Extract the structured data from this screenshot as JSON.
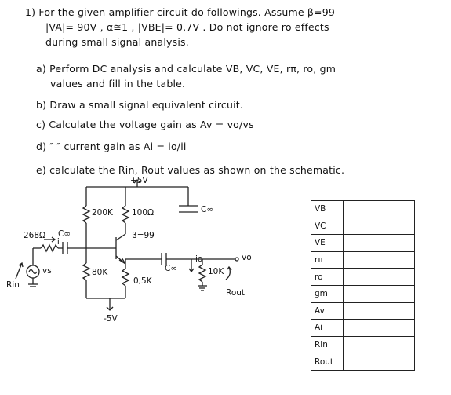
{
  "problem": {
    "line1": "1)  For the given amplifier circuit do followings. Assume β=99",
    "line2": "|VA|= 90V ,  α≅1 ,   |VBE|= 0,7V .   Do not ignore ro effects",
    "line3": "during small signal analysis.",
    "a1": "a)  Perform DC analysis and calculate  VB, VC, VE, rπ, ro, gm",
    "a2": "values and fill in the table.",
    "b": "b)  Draw a small signal equivalent circuit.",
    "c": "c)  Calculate the voltage gain as      Av = vo/vs",
    "d": "d)     ″            ″     current gain as     Ai = io/ii",
    "e": "e)  calculate the Rin, Rout values as shown on the schematic."
  },
  "circuit": {
    "vplus": "+5V",
    "r200k": "200K",
    "r100": "100Ω",
    "cinf_top": "C∞",
    "r268": "268Ω",
    "cinf_in": "C∞",
    "ii": "ii",
    "vs": "vs",
    "beta": "β=99",
    "r80k": "80K",
    "cinf_out": "C∞",
    "io": "io",
    "r10k": "10K",
    "vo": "vo",
    "re": "0,5K",
    "rin": "Rin",
    "rout": "Rout",
    "vminus": "-5V"
  },
  "table": {
    "rows": [
      "VB",
      "VC",
      "VE",
      "rπ",
      "ro",
      "gm",
      "Av",
      "Ai",
      "Rin",
      "Rout"
    ]
  }
}
